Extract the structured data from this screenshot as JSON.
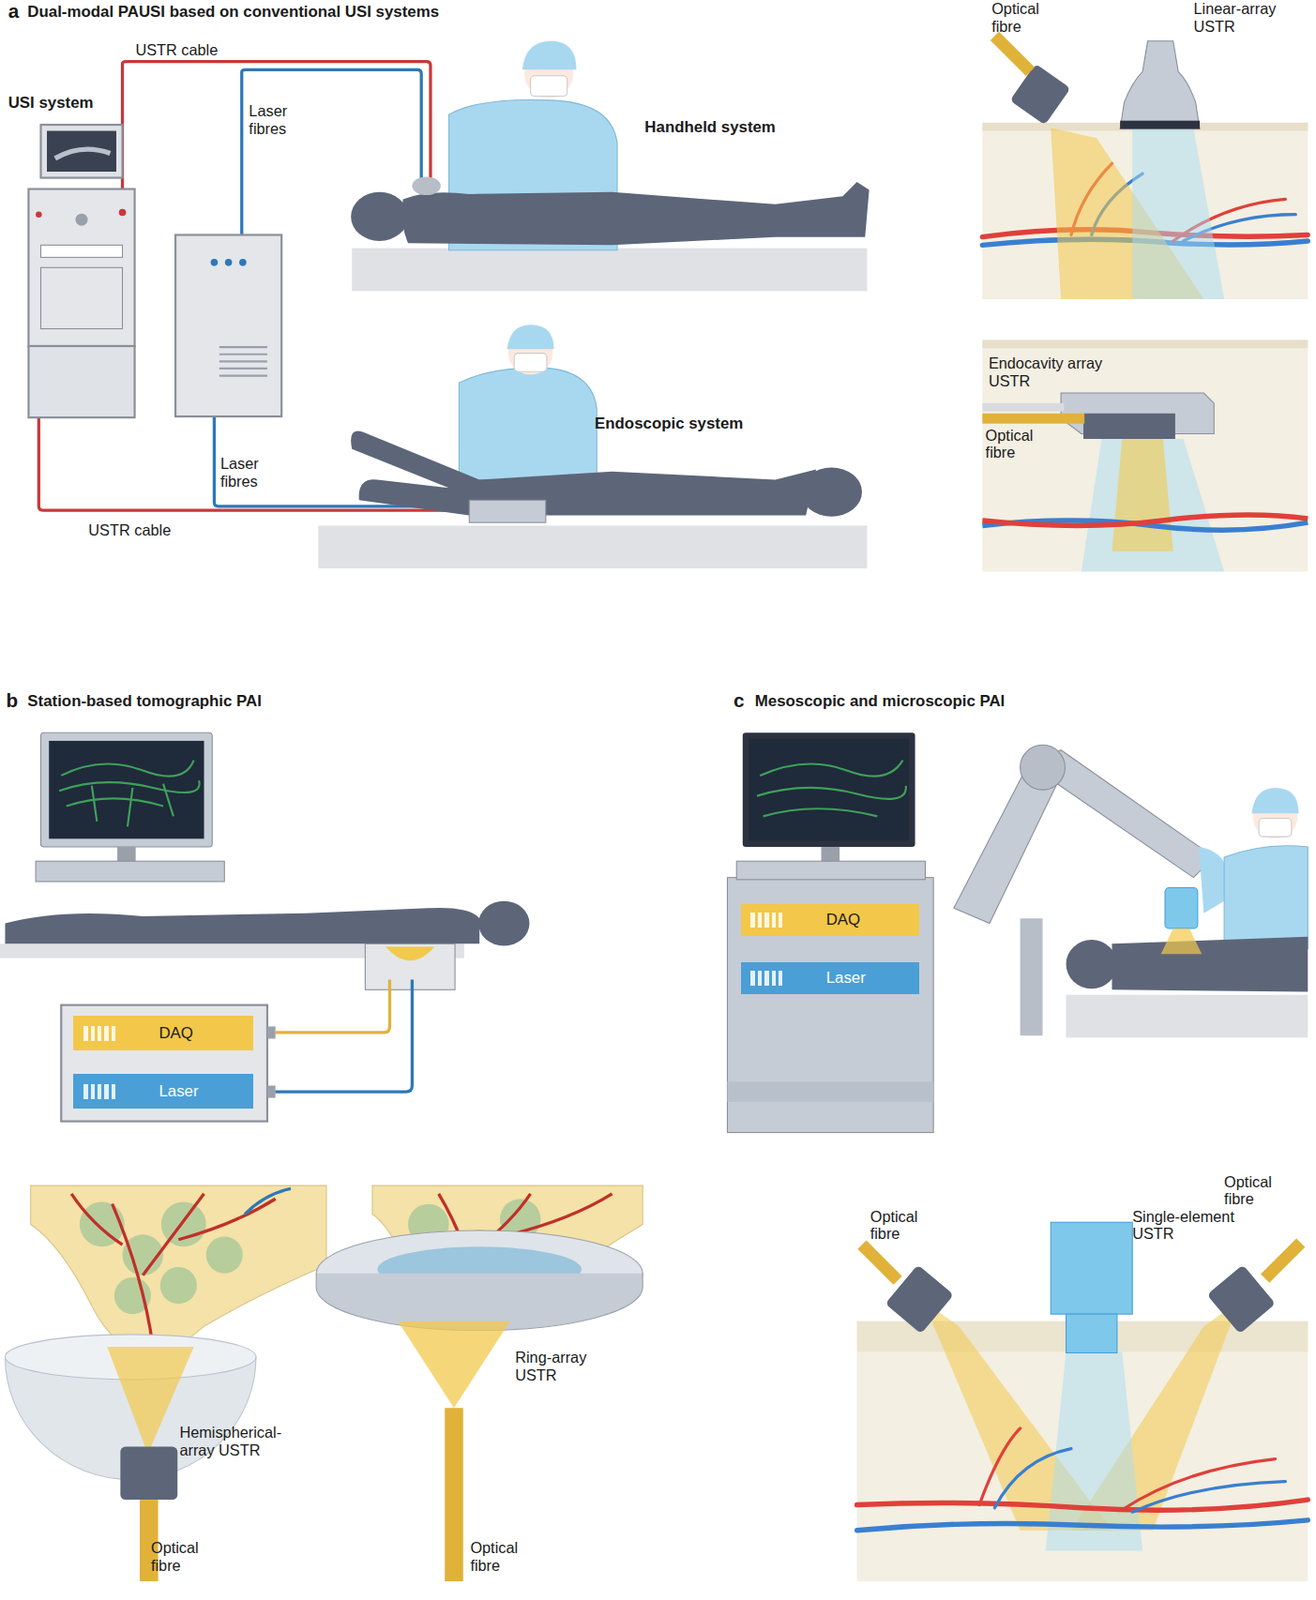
{
  "diagram": {
    "nodes": [
      {
        "text": [
          "DAQ"
        ]
      },
      {
        "text": [
          "Laser"
        ]
      },
      {
        "text": [
          "DAQ"
        ]
      },
      {
        "text": [
          "Laser"
        ]
      }
    ],
    "labels": [
      "a",
      "Dual-modal PAUSI based on conventional USI systems",
      "USI system",
      "USTR cable",
      "Laser fibres",
      "Handheld system",
      "Endoscopic system",
      "Laser fibres",
      "USTR cable",
      "Optical fibre",
      "Linear-array USTR",
      "Endocavity array USTR",
      "Optical fibre",
      "b",
      "Station-based tomographic PAI",
      "c",
      "Mesoscopic and microscopic PAI",
      "Hemispherical-array USTR",
      "Optical fibre",
      "Ring-array USTR",
      "Optical fibre",
      "Optical fibre",
      "Single-element USTR",
      "Optical fibre"
    ]
  }
}
